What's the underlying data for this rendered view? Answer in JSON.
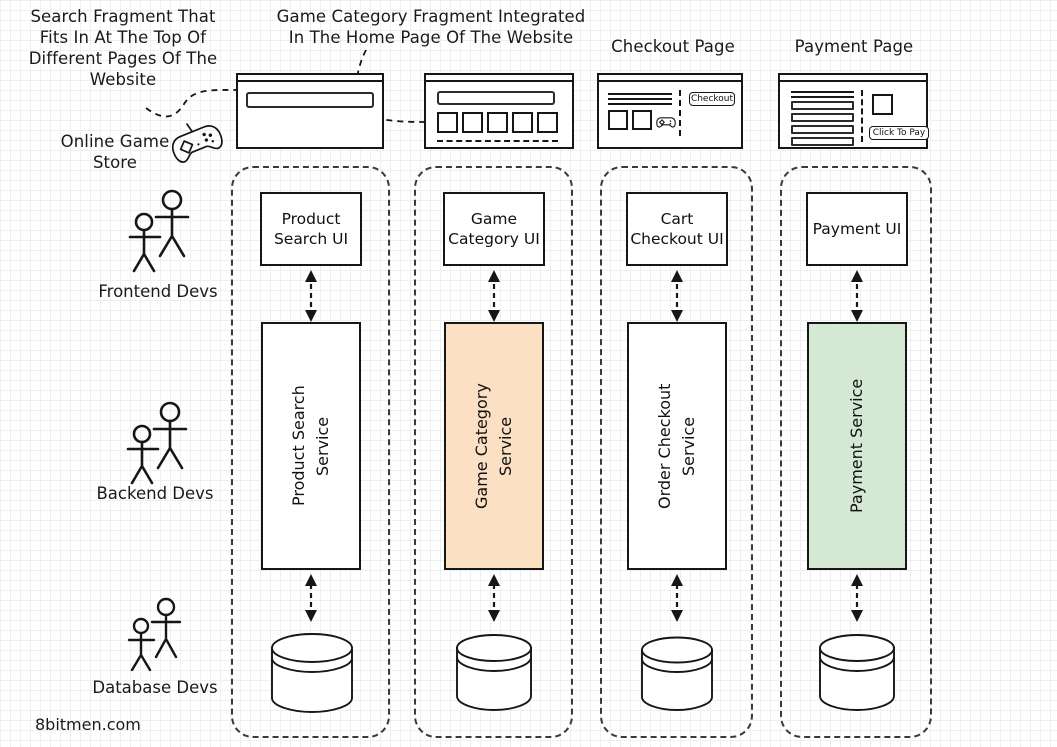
{
  "diagram": {
    "watermark": "8bitmen.com",
    "store_label": "Online Game\nStore",
    "colors": {
      "highlight_orange": "#fbe0c3",
      "highlight_green": "#d5e8d4",
      "stroke": "#161616",
      "dashed_stroke": "#3a3a3a",
      "grid_minor": "#edf0f2",
      "grid_major": "#dfe4e8"
    }
  },
  "annotations": [
    {
      "id": "search-fragment-note",
      "text": "Search Fragment That\nFits In At The Top Of\nDifferent Pages Of The\nWebsite"
    },
    {
      "id": "game-category-fragment-note",
      "text": "Game Category Fragment Integrated\nIn The Home Page Of The Website"
    },
    {
      "id": "checkout-page-note",
      "text": "Checkout Page"
    },
    {
      "id": "payment-page-note",
      "text": "Payment Page"
    }
  ],
  "roles": [
    {
      "id": "frontend-devs",
      "label": "Frontend Devs"
    },
    {
      "id": "backend-devs",
      "label": "Backend Devs"
    },
    {
      "id": "database-devs",
      "label": "Database Devs"
    }
  ],
  "columns": [
    {
      "id": "product-search",
      "ui_label": "Product\nSearch UI",
      "service_label": "Product Search\nService",
      "service_fill": "#ffffff",
      "database_label": ""
    },
    {
      "id": "game-category",
      "ui_label": "Game\nCategory UI",
      "service_label": "Game Category\nService",
      "service_fill": "#fbe0c3",
      "database_label": ""
    },
    {
      "id": "cart-checkout",
      "ui_label": "Cart\nCheckout UI",
      "service_label": "Order Checkout\nService",
      "service_fill": "#ffffff",
      "database_label": ""
    },
    {
      "id": "payment",
      "ui_label": "Payment UI",
      "service_label": "Payment Service",
      "service_fill": "#d5e8d4",
      "database_label": ""
    }
  ],
  "wireframes": [
    {
      "id": "search-page-wireframe",
      "title": "Search Fragment That Fits In At The Top Of Different Pages Of The Website",
      "buttons": []
    },
    {
      "id": "home-page-wireframe",
      "title": "Game Category Fragment Integrated In The Home Page Of The Website",
      "tiles": 5,
      "buttons": []
    },
    {
      "id": "checkout-page-wireframe",
      "title": "Checkout Page",
      "buttons": [
        {
          "id": "checkout-button",
          "label": "Checkout"
        }
      ]
    },
    {
      "id": "payment-page-wireframe",
      "title": "Payment Page",
      "buttons": [
        {
          "id": "click-to-pay-button",
          "label": "Click To Pay"
        }
      ]
    }
  ]
}
